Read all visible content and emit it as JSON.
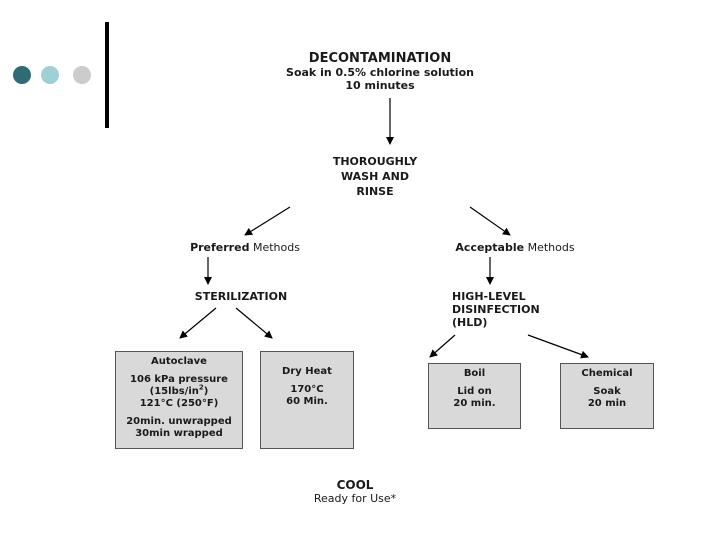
{
  "colors": {
    "dot_1": "#2e6b74",
    "dot_2": "#9fd0d6",
    "dot_3": "#cccccc",
    "box_fill": "#d9d9d9"
  },
  "decon": {
    "title": "DECONTAMINATION",
    "line1": "Soak in 0.5% chlorine solution",
    "line2": "10 minutes"
  },
  "wash": {
    "line1": "THOROUGHLY",
    "line2": "WASH AND",
    "line3": "RINSE"
  },
  "preferred": {
    "bold": "Preferred",
    "rest": " Methods"
  },
  "acceptable": {
    "bold": "Acceptable",
    "rest": " Methods"
  },
  "sterilization": "STERILIZATION",
  "hld": {
    "line1": "HIGH-LEVEL",
    "line2": "DISINFECTION",
    "line3": "(HLD)"
  },
  "autoclave": {
    "title": "Autoclave",
    "line1": "106 kPa pressure",
    "line2a": "(15lbs/in",
    "line2sup": "2",
    "line2b": ")",
    "line3": "121°C (250°F)",
    "line4": "20min. unwrapped",
    "line5": "30min wrapped"
  },
  "dryheat": {
    "title": "Dry Heat",
    "line1": "170°C",
    "line2": "60 Min."
  },
  "boil": {
    "title": "Boil",
    "line1": "Lid on",
    "line2": "20 min."
  },
  "chemical": {
    "title": "Chemical",
    "line1": "Soak",
    "line2": "20 min"
  },
  "cool": {
    "title": "COOL",
    "line1": "Ready for Use*"
  }
}
